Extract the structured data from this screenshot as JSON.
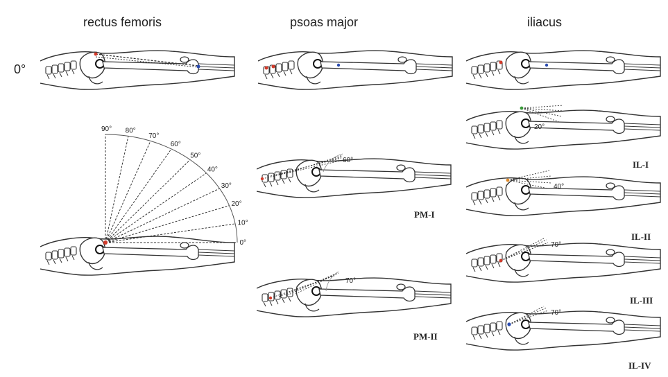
{
  "columns": {
    "rectus": "rectus femoris",
    "psoas": "psoas major",
    "iliacus": "iliacus"
  },
  "row_label": "0°",
  "protractor": {
    "ticks": [
      "0°",
      "10°",
      "20°",
      "30°",
      "40°",
      "50°",
      "60°",
      "70°",
      "80°",
      "90°"
    ]
  },
  "panels": {
    "pm1": {
      "caption": "PM-I",
      "angle": "60°"
    },
    "pm2": {
      "caption": "PM-II",
      "angle": "70°"
    },
    "il1": {
      "caption": "IL-I",
      "angle": "20°"
    },
    "il2": {
      "caption": "IL-II",
      "angle": "40°"
    },
    "il3": {
      "caption": "IL-III",
      "angle": "70°"
    },
    "il4": {
      "caption": "IL-IV",
      "angle": "70°"
    }
  },
  "colors": {
    "red_marker": "#d23a2a",
    "blue_marker": "#2a4bb0",
    "green_marker": "#3a9a3a",
    "orange_marker": "#e08a2a"
  }
}
